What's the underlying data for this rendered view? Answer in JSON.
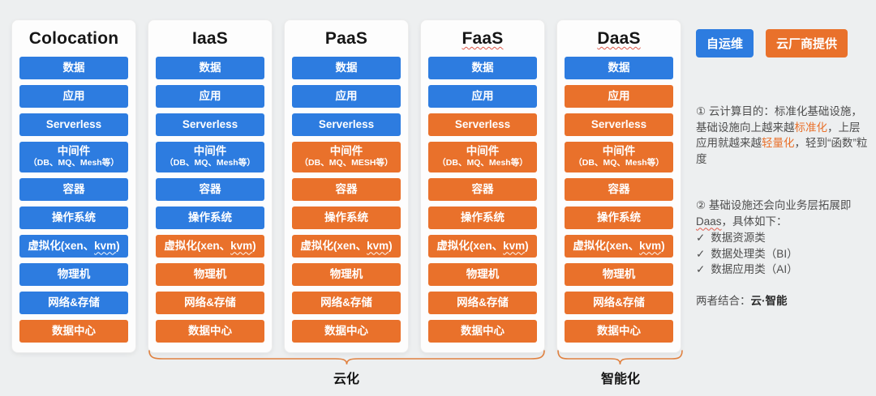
{
  "legend": {
    "items": [
      {
        "key": "self",
        "label": "自运维"
      },
      {
        "key": "vendor",
        "label": "云厂商提供"
      }
    ]
  },
  "columns": [
    {
      "title": "Colocation",
      "title_misspelled": false,
      "rows": [
        {
          "label": "数据",
          "provided": "self"
        },
        {
          "label": "应用",
          "provided": "self"
        },
        {
          "label": "Serverless",
          "provided": "self"
        },
        {
          "label": "中间件",
          "sub": "（DB、MQ、Mesh等）",
          "provided": "self"
        },
        {
          "label": "容器",
          "provided": "self"
        },
        {
          "label": "操作系统",
          "provided": "self"
        },
        {
          "label": "虚拟化(xen、",
          "kvm": "kvm",
          "post": ")",
          "provided": "self"
        },
        {
          "label": "物理机",
          "provided": "self"
        },
        {
          "label": "网络&存储",
          "provided": "self"
        },
        {
          "label": "数据中心",
          "provided": "vendor"
        }
      ]
    },
    {
      "title": "IaaS",
      "title_misspelled": false,
      "rows": [
        {
          "label": "数据",
          "provided": "self"
        },
        {
          "label": "应用",
          "provided": "self"
        },
        {
          "label": "Serverless",
          "provided": "self"
        },
        {
          "label": "中间件",
          "sub": "（DB、MQ、Mesh等）",
          "provided": "self"
        },
        {
          "label": "容器",
          "provided": "self"
        },
        {
          "label": "操作系统",
          "provided": "self"
        },
        {
          "label": "虚拟化(xen、",
          "kvm": "kvm",
          "post": ")",
          "provided": "vendor"
        },
        {
          "label": "物理机",
          "provided": "vendor"
        },
        {
          "label": "网络&存储",
          "provided": "vendor"
        },
        {
          "label": "数据中心",
          "provided": "vendor"
        }
      ]
    },
    {
      "title": "PaaS",
      "title_misspelled": false,
      "rows": [
        {
          "label": "数据",
          "provided": "self"
        },
        {
          "label": "应用",
          "provided": "self"
        },
        {
          "label": "Serverless",
          "provided": "self"
        },
        {
          "label": "中间件",
          "sub": "（DB、MQ、MESH等）",
          "provided": "vendor"
        },
        {
          "label": "容器",
          "provided": "vendor"
        },
        {
          "label": "操作系统",
          "provided": "vendor"
        },
        {
          "label": "虚拟化(xen、",
          "kvm": "kvm",
          "post": ")",
          "provided": "vendor"
        },
        {
          "label": "物理机",
          "provided": "vendor"
        },
        {
          "label": "网络&存储",
          "provided": "vendor"
        },
        {
          "label": "数据中心",
          "provided": "vendor"
        }
      ]
    },
    {
      "title": "FaaS",
      "title_misspelled": true,
      "rows": [
        {
          "label": "数据",
          "provided": "self"
        },
        {
          "label": "应用",
          "provided": "self"
        },
        {
          "label": "Serverless",
          "provided": "vendor"
        },
        {
          "label": "中间件",
          "sub": "（DB、MQ、Mesh等）",
          "provided": "vendor"
        },
        {
          "label": "容器",
          "provided": "vendor"
        },
        {
          "label": "操作系统",
          "provided": "vendor"
        },
        {
          "label": "虚拟化(xen、",
          "kvm": "kvm",
          "post": ")",
          "provided": "vendor"
        },
        {
          "label": "物理机",
          "provided": "vendor"
        },
        {
          "label": "网络&存储",
          "provided": "vendor"
        },
        {
          "label": "数据中心",
          "provided": "vendor"
        }
      ]
    },
    {
      "title": "DaaS",
      "title_misspelled": true,
      "rows": [
        {
          "label": "数据",
          "provided": "self"
        },
        {
          "label": "应用",
          "provided": "vendor"
        },
        {
          "label": "Serverless",
          "provided": "vendor"
        },
        {
          "label": "中间件",
          "sub": "（DB、MQ、Mesh等）",
          "provided": "vendor"
        },
        {
          "label": "容器",
          "provided": "vendor"
        },
        {
          "label": "操作系统",
          "provided": "vendor"
        },
        {
          "label": "虚拟化(xen、",
          "kvm": "kvm",
          "post": ")",
          "provided": "vendor"
        },
        {
          "label": "物理机",
          "provided": "vendor"
        },
        {
          "label": "网络&存储",
          "provided": "vendor"
        },
        {
          "label": "数据中心",
          "provided": "vendor"
        }
      ]
    }
  ],
  "notes": {
    "note1": {
      "segments": [
        {
          "t": "① 云计算目的：标准化基础设施，基础设施向上越来越",
          "h": false
        },
        {
          "t": "标准化",
          "h": true
        },
        {
          "t": "，上层应用就越来越",
          "h": false
        },
        {
          "t": "轻量化",
          "h": true
        },
        {
          "t": "，轻到“函数”粒度",
          "h": false
        }
      ]
    },
    "note2": {
      "lead": [
        {
          "t": "② 基础设施还会向业务层拓展即",
          "m": false
        },
        {
          "t": "Daas",
          "m": true
        },
        {
          "t": "，具体如下：",
          "m": false
        }
      ],
      "check_glyph": "✓",
      "checks": [
        "数据资源类",
        "数据处理类（BI）",
        "数据应用类（AI）"
      ]
    },
    "note3": {
      "prefix": "两者结合：",
      "bold": "云·智能"
    }
  },
  "footer": {
    "labels": [
      {
        "key": "cloudification",
        "label": "云化"
      },
      {
        "key": "intelligentization",
        "label": "智能化"
      }
    ]
  }
}
